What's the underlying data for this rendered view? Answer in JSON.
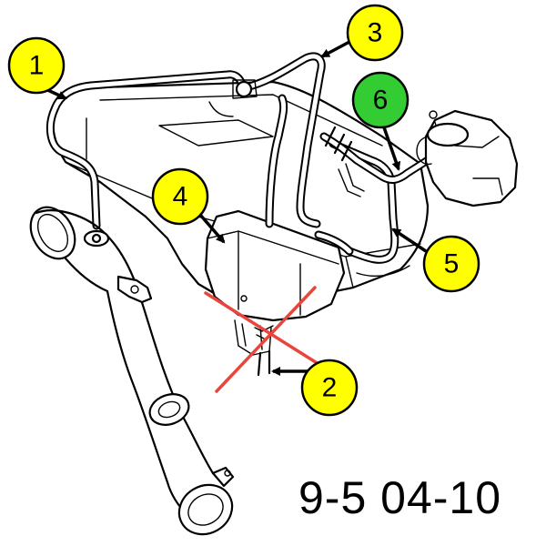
{
  "reference_code": "9-5 04-10",
  "callouts": [
    {
      "number": "1",
      "color": "#ffff00"
    },
    {
      "number": "2",
      "color": "#ffff00"
    },
    {
      "number": "3",
      "color": "#ffff00"
    },
    {
      "number": "4",
      "color": "#ffff00"
    },
    {
      "number": "5",
      "color": "#ffff00"
    },
    {
      "number": "6",
      "color": "#33cc33"
    }
  ],
  "cross_mark_color": "#e8453c"
}
